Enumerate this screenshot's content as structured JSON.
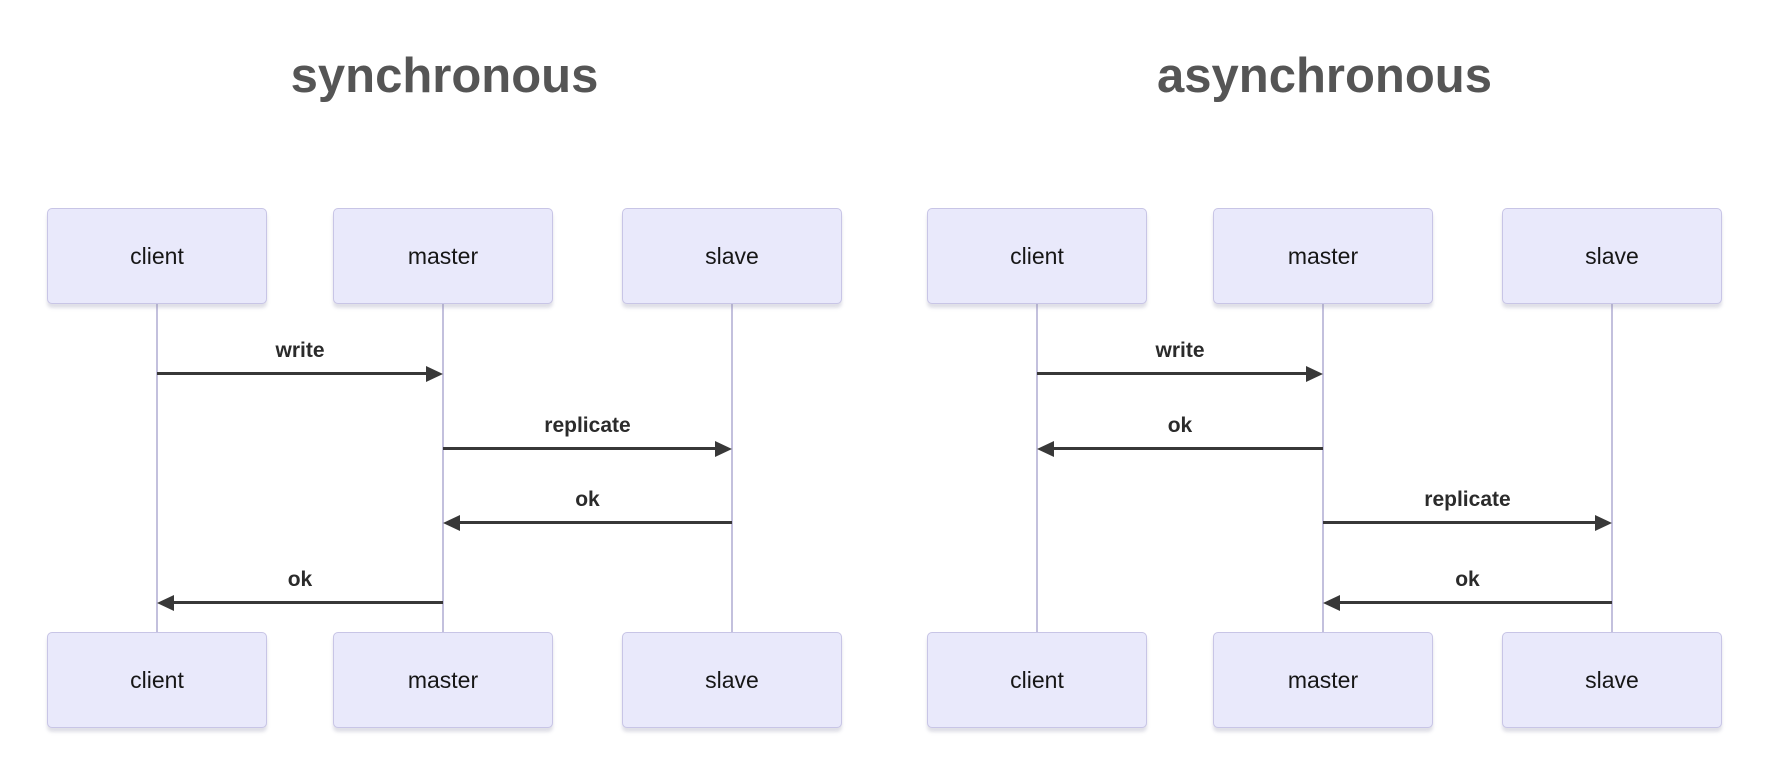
{
  "colors": {
    "background": "#ffffff",
    "title_text": "#555555",
    "actor_fill": "#e9e9fb",
    "actor_border": "#c8c5e6",
    "actor_text": "#161616",
    "lifeline": "#c3c0dd",
    "arrow": "#383838",
    "message_text": "#2b2b2b"
  },
  "diagrams": [
    {
      "type": "sequence",
      "title": "synchronous",
      "actors": [
        "client",
        "master",
        "slave"
      ],
      "messages": [
        {
          "label": "write",
          "from": "client",
          "to": "master"
        },
        {
          "label": "replicate",
          "from": "master",
          "to": "slave"
        },
        {
          "label": "ok",
          "from": "slave",
          "to": "master"
        },
        {
          "label": "ok",
          "from": "master",
          "to": "client"
        }
      ]
    },
    {
      "type": "sequence",
      "title": "asynchronous",
      "actors": [
        "client",
        "master",
        "slave"
      ],
      "messages": [
        {
          "label": "write",
          "from": "client",
          "to": "master"
        },
        {
          "label": "ok",
          "from": "master",
          "to": "client"
        },
        {
          "label": "replicate",
          "from": "master",
          "to": "slave"
        },
        {
          "label": "ok",
          "from": "slave",
          "to": "master"
        }
      ]
    }
  ]
}
